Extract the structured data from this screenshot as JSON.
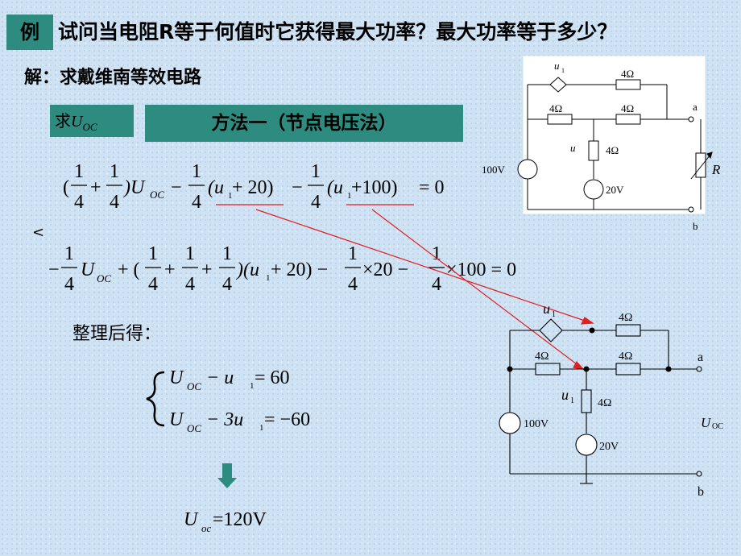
{
  "tag": "例",
  "question": "试问当电阻R等于何值时它获得最大功率？最大功率等于多少？",
  "subtitle": "解：求戴维南等效电路",
  "find_label_prefix": "求",
  "find_label_var": "U",
  "find_label_sub": "OC",
  "method_label": "方法一（节点电压法）",
  "rearrange_label": "整理后得：",
  "side_mark": "<",
  "circuit_top": {
    "source_label": "u",
    "source_sub": "1",
    "r1": "4Ω",
    "r2": "4Ω",
    "r3": "4Ω",
    "r4": "4Ω",
    "v1": "100V",
    "v2": "20V",
    "load": "R",
    "node_a": "a",
    "node_b": "b"
  },
  "circuit_bottom": {
    "source_label": "u",
    "source_sub": "1",
    "r1": "4Ω",
    "r2": "4Ω",
    "r3": "4Ω",
    "r4": "4Ω",
    "v1": "100V",
    "v2": "20V",
    "uoc": "U",
    "uoc_sub": "OC",
    "node_a": "a",
    "node_b": "b"
  },
  "eq1": {
    "part1": "(",
    "f1_num": "1",
    "f1_den": "4",
    "plus1": "+",
    "f2_num": "1",
    "f2_den": "4",
    "part2": ")U",
    "part2_sub": "OC",
    "minus1": "−",
    "f3_num": "1",
    "f3_den": "4",
    "group1": "(u",
    "group1_sub": "1",
    "group1_rest": " + 20)",
    "minus2": "−",
    "f4_num": "1",
    "f4_den": "4",
    "group2": "(u",
    "group2_sub": "1",
    "group2_rest": " +100)",
    "eq": "= 0"
  },
  "eq2": {
    "lead": "−",
    "f1_num": "1",
    "f1_den": "4",
    "u": "U",
    "u_sub": "OC",
    "plus": "+ (",
    "f2_num": "1",
    "f2_den": "4",
    "p1": "+",
    "f3_num": "1",
    "f3_den": "4",
    "p2": "+",
    "f4_num": "1",
    "f4_den": "4",
    "group": ")(u",
    "group_sub": "1",
    "group_rest": " + 20) −",
    "f5_num": "1",
    "f5_den": "4",
    "times1": "×20 −",
    "f6_num": "1",
    "f6_den": "4",
    "times2": "×100 = 0"
  },
  "system": {
    "line1_u": "U",
    "line1_sub": "OC",
    "line1_rest": " − u",
    "line1_sub2": "1",
    "line1_end": " = 60",
    "line2_u": "U",
    "line2_sub": "OC",
    "line2_rest": " − 3u",
    "line2_sub2": "1",
    "line2_end": " = −60"
  },
  "result": {
    "u": "U",
    "sub": "oc",
    "rest": " =120V"
  },
  "colors": {
    "accent": "#2e8b7f",
    "arrow": "#e02020",
    "background": "#cfe2f3"
  }
}
